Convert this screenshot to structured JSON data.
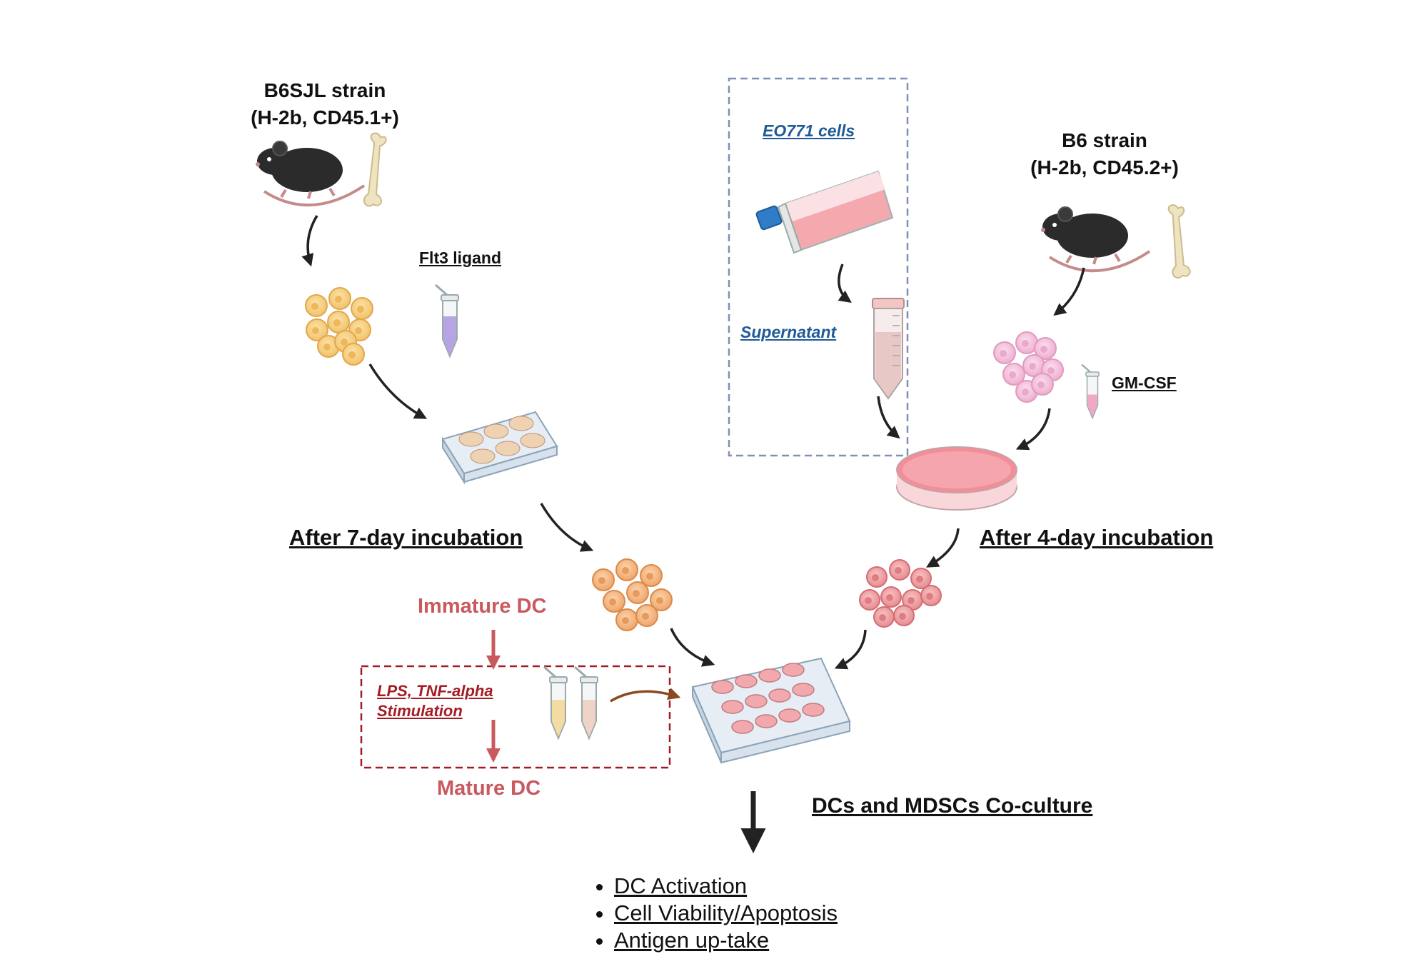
{
  "left_strain": {
    "line1": "B6SJL strain",
    "line2": "(H-2b, CD45.1+)"
  },
  "right_strain": {
    "line1": "B6 strain",
    "line2": "(H-2b, CD45.2+)"
  },
  "reagents": {
    "flt3": "Flt3 ligand",
    "gmcsf": "GM-CSF"
  },
  "tumor_box": {
    "cells": "EO771 cells",
    "supernatant": "Supernatant"
  },
  "incubation": {
    "left": "After 7-day incubation",
    "right": "After 4-day incubation"
  },
  "dc_maturation": {
    "immature": "Immature DC",
    "stim_line1": "LPS, TNF-alpha",
    "stim_line2": "Stimulation",
    "mature": "Mature DC"
  },
  "coculture": "DCs and MDSCs Co-culture",
  "outcomes": [
    "DC Activation",
    "Cell Viability/Apoptosis",
    "Antigen up-take"
  ],
  "colors": {
    "dc_label": "#c9595e",
    "stim_text": "#a31c24",
    "tumor_box_border": "#7f8fb8",
    "stim_box_border": "#a31c24",
    "link_blue": "#1f5a96"
  }
}
